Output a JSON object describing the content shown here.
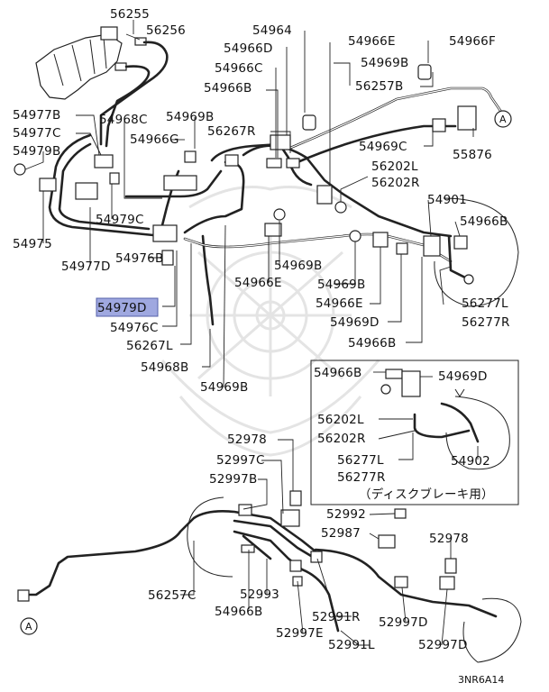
{
  "diagram": {
    "highlighted_part": "54979D",
    "highlight_color": "#9fa8e0",
    "callout_marker": "A",
    "inset_caption": "（ディスクブレーキ用）",
    "figure_code": "3NR6A14",
    "labels": {
      "l_56255": "56255",
      "l_56256": "56256",
      "l_54964": "54964",
      "l_54966E_a": "54966E",
      "l_54966F": "54966F",
      "l_54966D": "54966D",
      "l_54969B_a": "54969B",
      "l_54966C": "54966C",
      "l_54966B_a": "54966B",
      "l_56257B": "56257B",
      "l_54977B": "54977B",
      "l_54968C": "54968C",
      "l_54969B_b": "54969B",
      "l_54977C": "54977C",
      "l_54966G": "54966G",
      "l_56267R": "56267R",
      "l_54979B": "54979B",
      "l_54969C": "54969C",
      "l_55876": "55876",
      "l_56202L_a": "56202L",
      "l_56202R_a": "56202R",
      "l_54901": "54901",
      "l_54979C": "54979C",
      "l_54966B_b": "54966B",
      "l_54975": "54975",
      "l_54977D": "54977D",
      "l_54976B": "54976B",
      "l_54969B_c": "54969B",
      "l_54966E_b": "54966E",
      "l_54969B_d": "54969B",
      "l_54966E_c": "54966E",
      "l_56277L_a": "56277L",
      "l_56277R_a": "56277R",
      "l_54979D": "54979D",
      "l_54969D_a": "54969D",
      "l_54976C": "54976C",
      "l_56267L": "56267L",
      "l_54966B_c": "54966B",
      "l_54968B": "54968B",
      "l_54969B_e": "54969B",
      "l_54966B_d": "54966B",
      "l_54969D_b": "54969D",
      "l_56202L_b": "56202L",
      "l_56202R_b": "56202R",
      "l_56277L_b": "56277L",
      "l_56277R_b": "56277R",
      "l_54902": "54902",
      "l_52978_a": "52978",
      "l_52997C": "52997C",
      "l_52997B": "52997B",
      "l_52992": "52992",
      "l_52987": "52987",
      "l_52978_b": "52978",
      "l_56257C": "56257C",
      "l_52993": "52993",
      "l_54966B_e": "54966B",
      "l_52991R": "52991R",
      "l_52997D_a": "52997D",
      "l_52997E": "52997E",
      "l_52991L": "52991L",
      "l_52997D_b": "52997D"
    }
  }
}
